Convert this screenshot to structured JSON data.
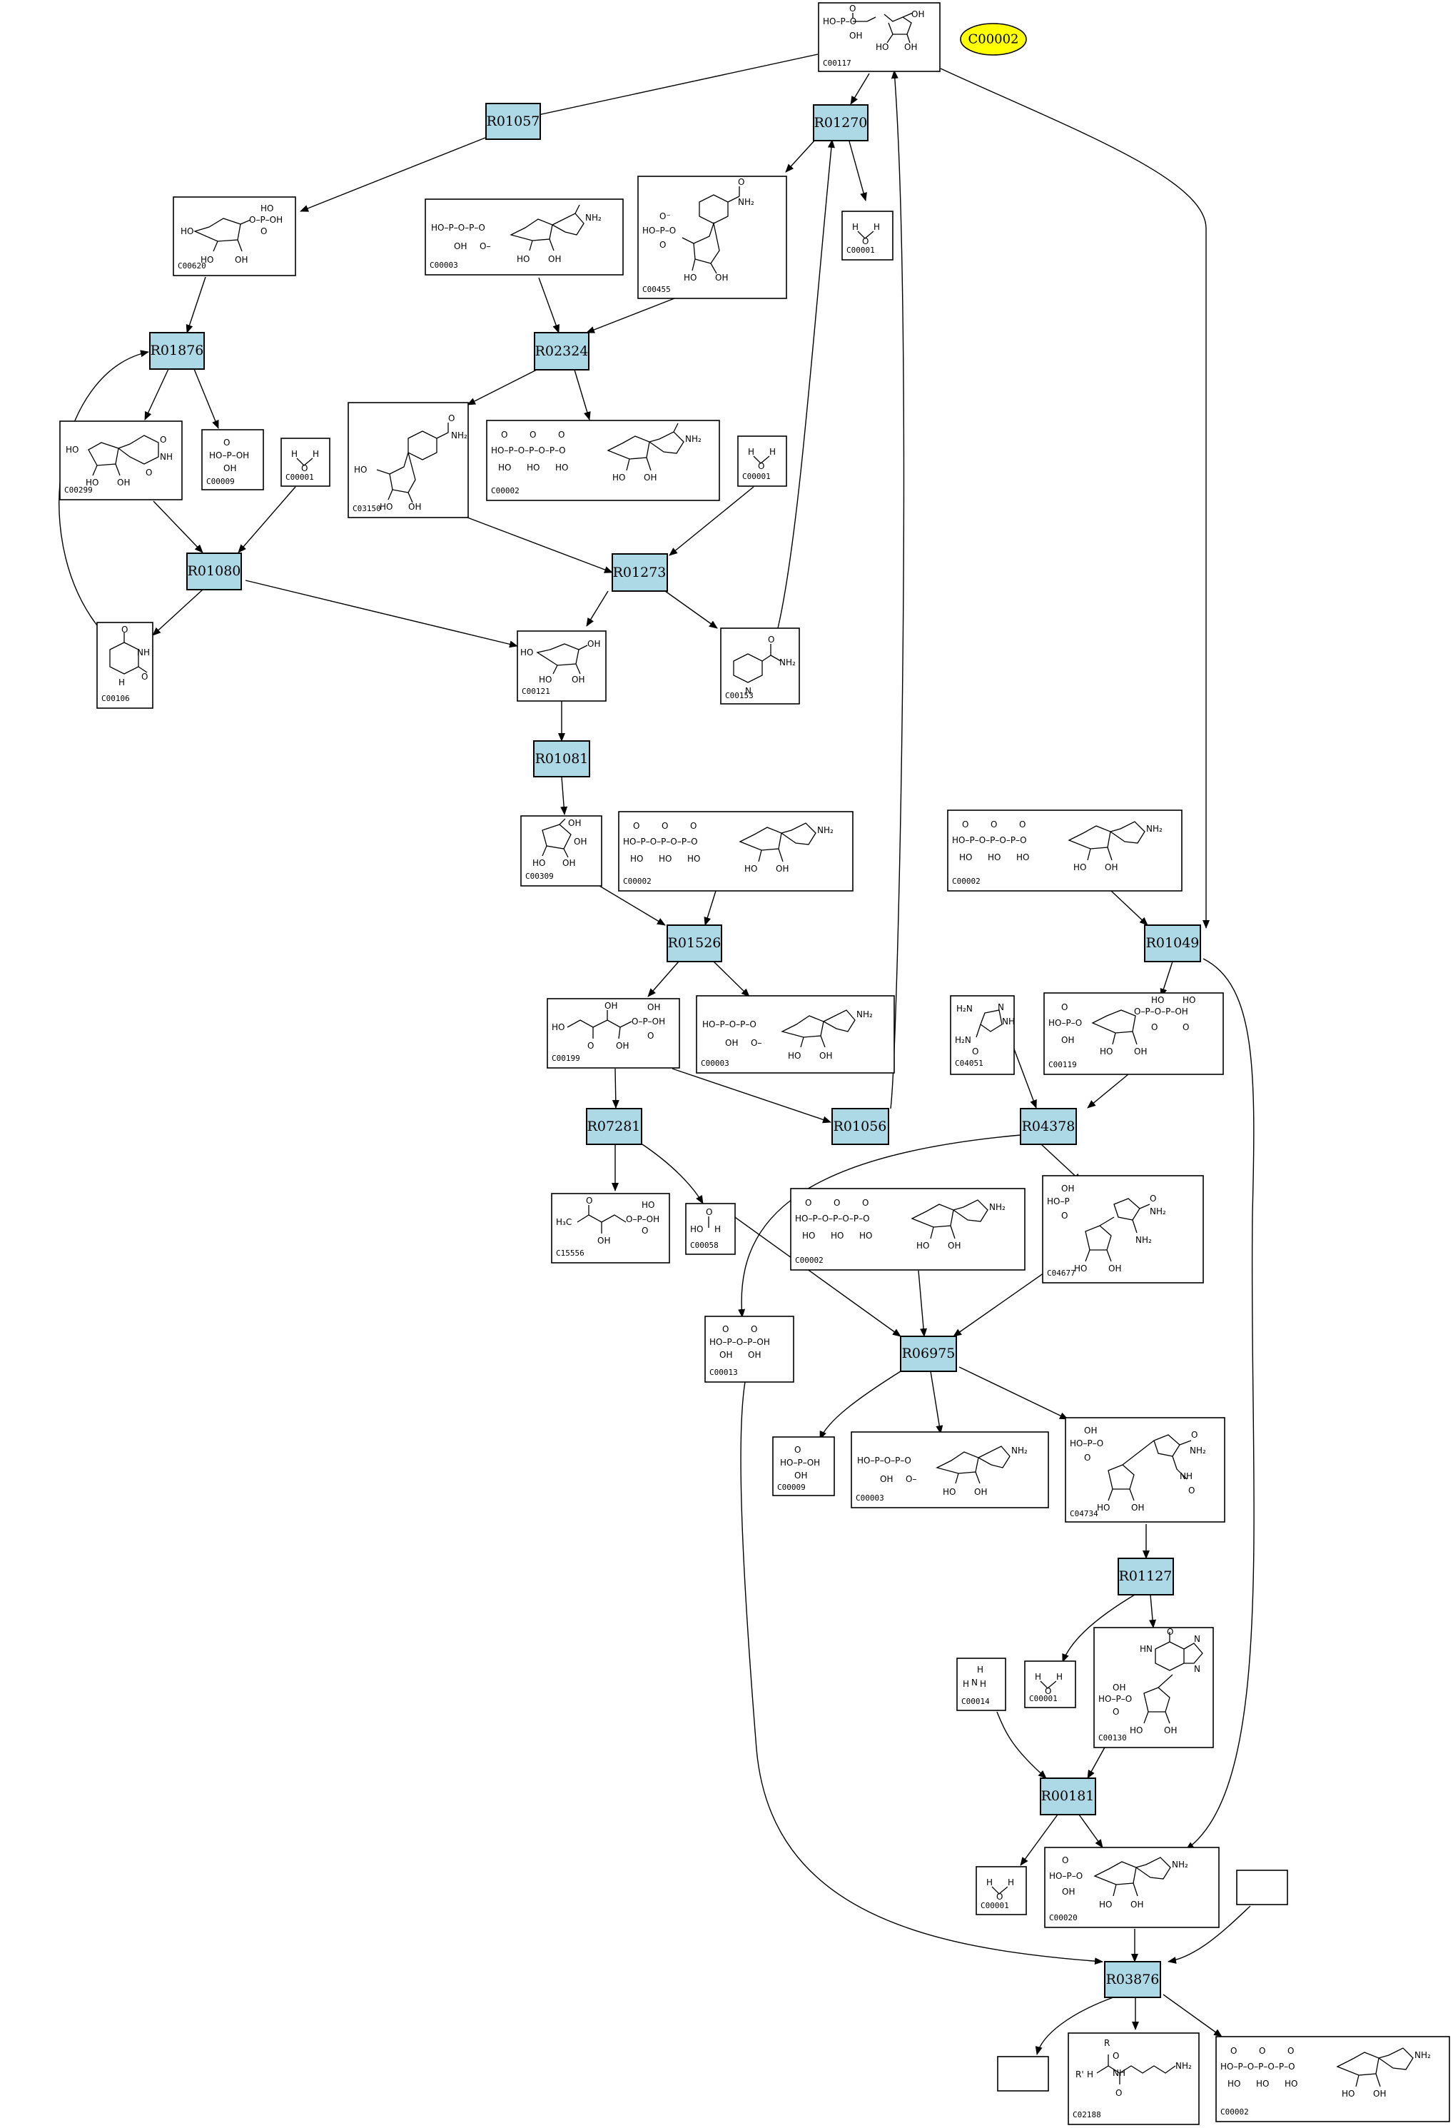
{
  "highlight": {
    "label": "C00002"
  },
  "reactions": [
    {
      "id": "R01057",
      "label": "R01057"
    },
    {
      "id": "R01270",
      "label": "R01270"
    },
    {
      "id": "R01876",
      "label": "R01876"
    },
    {
      "id": "R02324",
      "label": "R02324"
    },
    {
      "id": "R01080",
      "label": "R01080"
    },
    {
      "id": "R01273",
      "label": "R01273"
    },
    {
      "id": "R01081",
      "label": "R01081"
    },
    {
      "id": "R01526",
      "label": "R01526"
    },
    {
      "id": "R01049",
      "label": "R01049"
    },
    {
      "id": "R07281",
      "label": "R07281"
    },
    {
      "id": "R01056",
      "label": "R01056"
    },
    {
      "id": "R04378",
      "label": "R04378"
    },
    {
      "id": "R06975",
      "label": "R06975"
    },
    {
      "id": "R01127",
      "label": "R01127"
    },
    {
      "id": "R00181",
      "label": "R00181"
    },
    {
      "id": "R03876",
      "label": "R03876"
    }
  ],
  "compounds": [
    {
      "key": "c00117",
      "label": "C00117",
      "kind": "sugar-phosphate"
    },
    {
      "key": "c00620",
      "label": "C00620",
      "kind": "sugar-phosphate"
    },
    {
      "key": "c00003a",
      "label": "C00003",
      "kind": "nucleotide"
    },
    {
      "key": "c00455",
      "label": "C00455",
      "kind": "nucleotide"
    },
    {
      "key": "c00001a",
      "label": "C00001",
      "kind": "water"
    },
    {
      "key": "c00299",
      "label": "C00299",
      "kind": "nucleoside"
    },
    {
      "key": "c00009a",
      "label": "C00009",
      "kind": "phosphate"
    },
    {
      "key": "c00001b",
      "label": "C00001",
      "kind": "water"
    },
    {
      "key": "c03150",
      "label": "C03150",
      "kind": "nucleoside"
    },
    {
      "key": "c00002a",
      "label": "C00002",
      "kind": "nucleotide"
    },
    {
      "key": "c00001c",
      "label": "C00001",
      "kind": "water"
    },
    {
      "key": "c00106",
      "label": "C00106",
      "kind": "ring"
    },
    {
      "key": "c00121",
      "label": "C00121",
      "kind": "sugar"
    },
    {
      "key": "c00153",
      "label": "C00153",
      "kind": "ring"
    },
    {
      "key": "c00309",
      "label": "C00309",
      "kind": "sugar"
    },
    {
      "key": "c00002b",
      "label": "C00002",
      "kind": "nucleotide"
    },
    {
      "key": "c00002c",
      "label": "C00002",
      "kind": "nucleotide"
    },
    {
      "key": "c00199",
      "label": "C00199",
      "kind": "chain"
    },
    {
      "key": "c00003b",
      "label": "C00003",
      "kind": "nucleotide"
    },
    {
      "key": "c04051",
      "label": "C04051",
      "kind": "ring"
    },
    {
      "key": "c00119",
      "label": "C00119",
      "kind": "sugar-phosphate"
    },
    {
      "key": "c15556",
      "label": "C15556",
      "kind": "chain"
    },
    {
      "key": "c00058",
      "label": "C00058",
      "kind": "small"
    },
    {
      "key": "c00002d",
      "label": "C00002",
      "kind": "nucleotide"
    },
    {
      "key": "c04677",
      "label": "C04677",
      "kind": "nucleotide"
    },
    {
      "key": "c00013",
      "label": "C00013",
      "kind": "phosphate"
    },
    {
      "key": "c00009b",
      "label": "C00009",
      "kind": "phosphate"
    },
    {
      "key": "c00003c",
      "label": "C00003",
      "kind": "nucleotide"
    },
    {
      "key": "c04734",
      "label": "C04734",
      "kind": "nucleotide"
    },
    {
      "key": "c00014",
      "label": "C00014",
      "kind": "small"
    },
    {
      "key": "c00001d",
      "label": "C00001",
      "kind": "water"
    },
    {
      "key": "c00130",
      "label": "C00130",
      "kind": "nucleotide"
    },
    {
      "key": "c00001e",
      "label": "C00001",
      "kind": "water"
    },
    {
      "key": "c00020",
      "label": "C00020",
      "kind": "nucleotide"
    },
    {
      "key": "blank1",
      "label": "",
      "kind": "empty"
    },
    {
      "key": "blank2",
      "label": "",
      "kind": "empty"
    },
    {
      "key": "c02188",
      "label": "C02188",
      "kind": "chain"
    },
    {
      "key": "c00002e",
      "label": "C00002",
      "kind": "nucleotide"
    }
  ]
}
